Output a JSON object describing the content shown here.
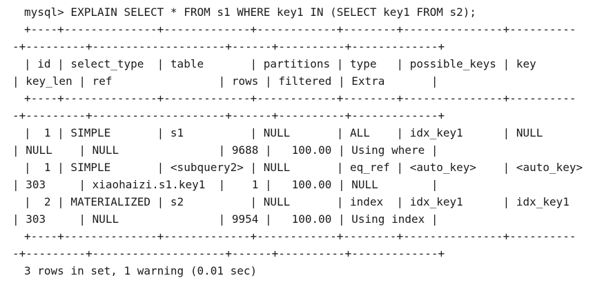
{
  "terminal": {
    "lines": [
      {
        "text": "mysql> EXPLAIN SELECT * FROM s1 WHERE key1 IN (SELECT key1 FROM s2);",
        "indent": true
      },
      {
        "text": "+----+--------------+-------------+------------+--------+---------------+----------",
        "indent": true
      },
      {
        "text": "-+---------+--------------------+------+----------+-------------+",
        "indent": false
      },
      {
        "text": "| id | select_type  | table       | partitions | type   | possible_keys | key",
        "indent": true
      },
      {
        "text": "| key_len | ref                | rows | filtered | Extra       |",
        "indent": false
      },
      {
        "text": "+----+--------------+-------------+------------+--------+---------------+----------",
        "indent": true
      },
      {
        "text": "-+---------+--------------------+------+----------+-------------+",
        "indent": false
      },
      {
        "text": "|  1 | SIMPLE       | s1          | NULL       | ALL    | idx_key1      | NULL",
        "indent": true
      },
      {
        "text": "| NULL    | NULL               | 9688 |   100.00 | Using where |",
        "indent": false
      },
      {
        "text": "|  1 | SIMPLE       | <subquery2> | NULL       | eq_ref | <auto_key>    | <auto_key>",
        "indent": true
      },
      {
        "text": "| 303     | xiaohaizi.s1.key1  |    1 |   100.00 | NULL        |",
        "indent": false
      },
      {
        "text": "|  2 | MATERIALIZED | s2          | NULL       | index  | idx_key1      | idx_key1",
        "indent": true
      },
      {
        "text": "| 303     | NULL               | 9954 |   100.00 | Using index |",
        "indent": false
      },
      {
        "text": "+----+--------------+-------------+------------+--------+---------------+----------",
        "indent": true
      },
      {
        "text": "-+---------+--------------------+------+----------+-------------+",
        "indent": false
      },
      {
        "text": "3 rows in set, 1 warning (0.01 sec)",
        "indent": true
      }
    ]
  }
}
